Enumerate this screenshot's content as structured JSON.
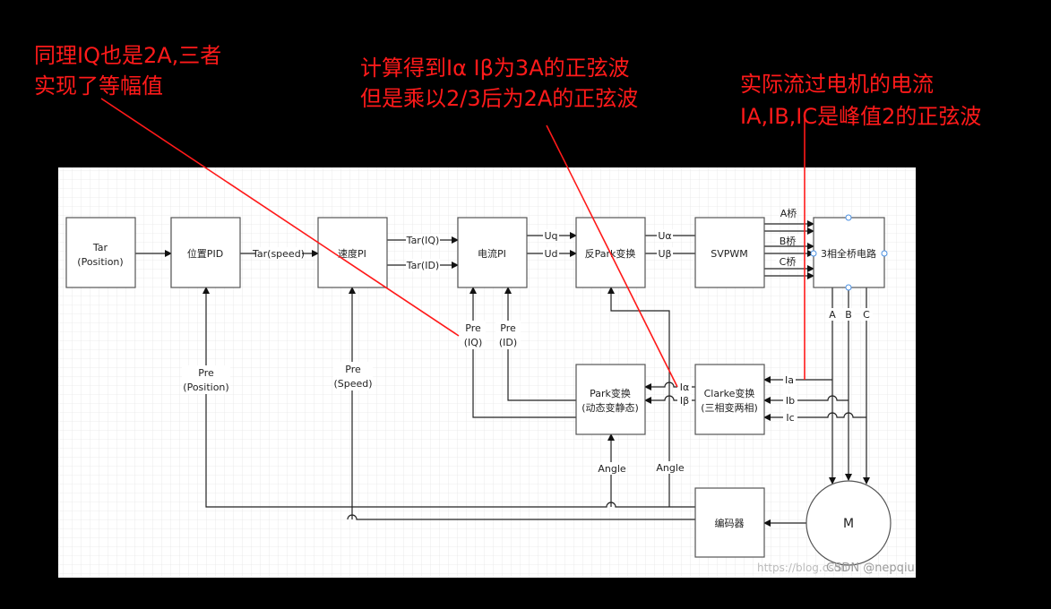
{
  "annotations": [
    {
      "lines": [
        "同理IQ也是2A,三者",
        "实现了等幅值"
      ]
    },
    {
      "lines": [
        "计算得到Iα Iβ为3A的正弦波",
        "但是乘以2/3后为2A的正弦波"
      ]
    },
    {
      "lines": [
        "实际流过电机的电流",
        "IA,IB,IC是峰值2的正弦波"
      ]
    }
  ],
  "blocks": {
    "tar": [
      "Tar",
      "(Position)"
    ],
    "pos_pid": "位置PID",
    "speed_pi": "速度PI",
    "current_pi": "电流PI",
    "inv_park": "反Park变换",
    "svpwm": "SVPWM",
    "bridge": "3相全桥电路",
    "park": [
      "Park变换",
      "(动态变静态)"
    ],
    "clarke": [
      "Clarke变换",
      "(三相变两相)"
    ],
    "encoder": "编码器",
    "motor": "M"
  },
  "signals": {
    "tar_speed": "Tar(speed)",
    "tar_iq": "Tar(IQ)",
    "tar_id": "Tar(ID)",
    "uq": "Uq",
    "ud": "Ud",
    "ualpha": "Uα",
    "ubeta": "Uβ",
    "a_bridge": "A桥",
    "b_bridge": "B桥",
    "c_bridge": "C桥",
    "phase_a": "A",
    "phase_b": "B",
    "phase_c": "C",
    "ia": "Ia",
    "ib": "Ib",
    "ic": "Ic",
    "ialpha": "Iα",
    "ibeta": "Iβ",
    "pre_iq": [
      "Pre",
      "(IQ)"
    ],
    "pre_id": [
      "Pre",
      "(ID)"
    ],
    "pre_position": [
      "Pre",
      "(Position)"
    ],
    "pre_speed": [
      "Pre",
      "(Speed)"
    ],
    "angle_park": "Angle",
    "angle_invpark": "Angle"
  },
  "watermark": {
    "url": "https://blog.csdn",
    "brand": "CSDN @nepqiu"
  },
  "colors": {
    "annotation": "#ff1a1a",
    "background": "#000000",
    "canvas": "#ffffff"
  }
}
